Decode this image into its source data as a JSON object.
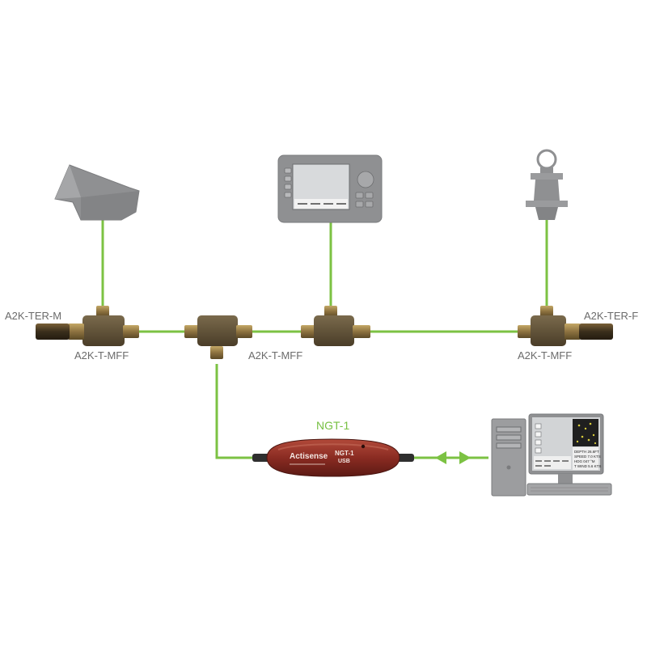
{
  "labels": {
    "terminator_male": "A2K-TER-M",
    "terminator_female": "A2K-TER-F",
    "tee_1": "A2K-T-MFF",
    "tee_2": "A2K-T-MFF",
    "tee_3": "A2K-T-MFF",
    "gateway": "NGT-1"
  },
  "gateway_device": {
    "brand": "Actisense",
    "model": "NGT-1",
    "interface": "USB"
  },
  "pc_screen": {
    "line1": "DEPTH 26.6FT",
    "line2": "SPEED 7.0 KTS",
    "line3": "HDG 047 °M",
    "line4": "T WIND 5.6 KTS"
  },
  "colors": {
    "cable": "#7cc243",
    "connector_body": "#5e4f36",
    "connector_metal": "#9b8047",
    "device_gray": "#8f9092",
    "gateway_red": "#8a2b22",
    "label_gray": "#6b6b6b",
    "label_green": "#77c043"
  }
}
